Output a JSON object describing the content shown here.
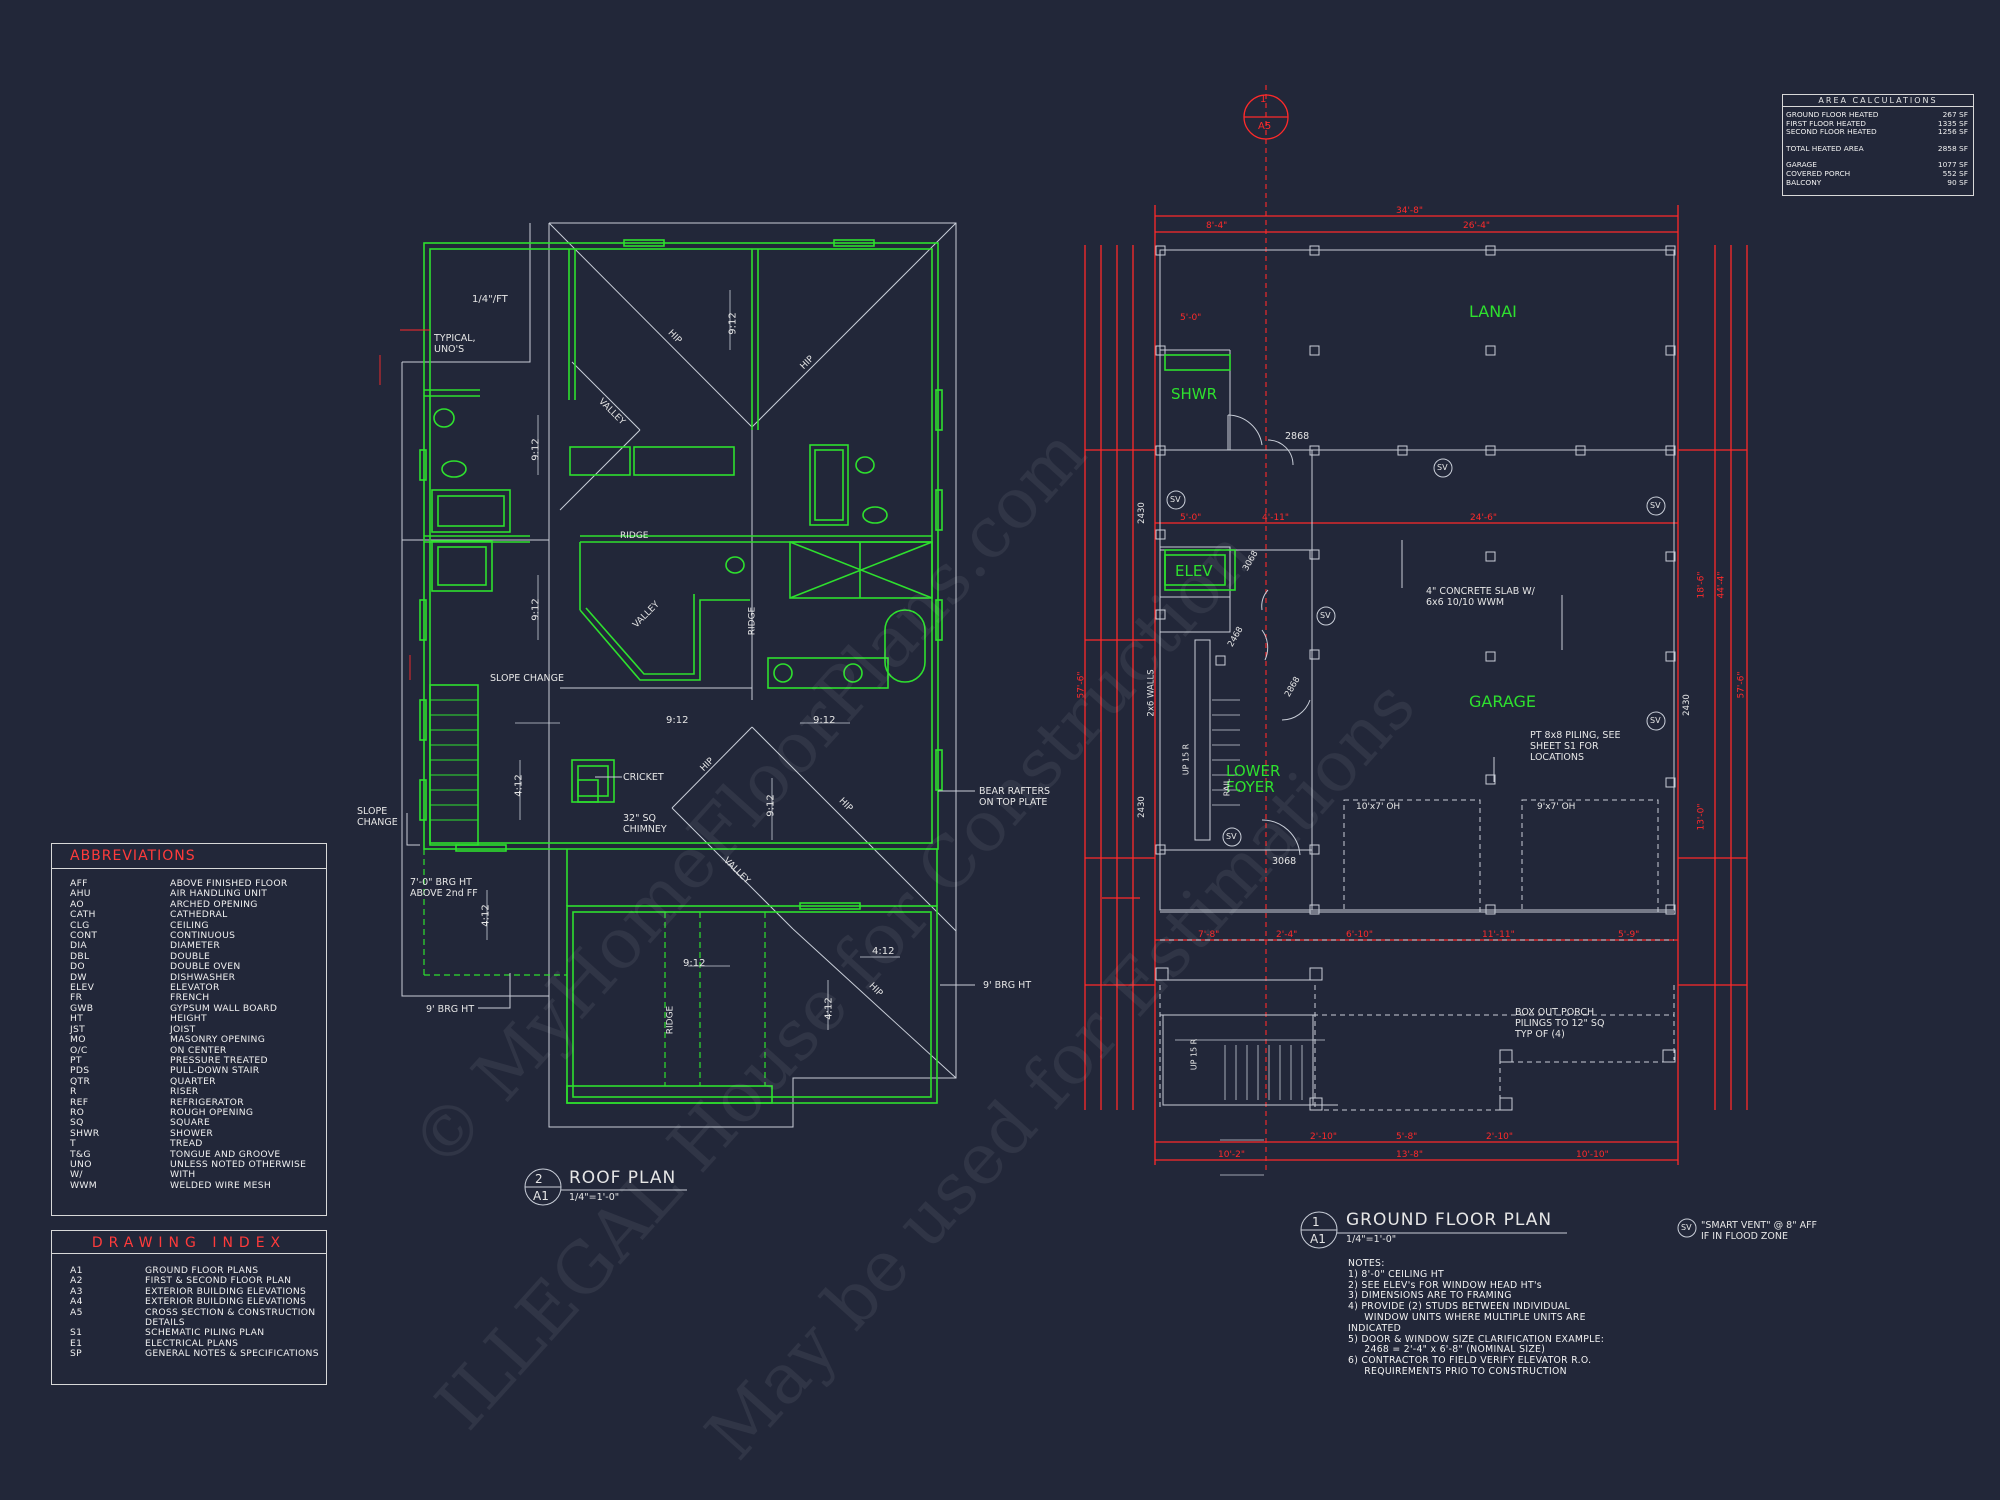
{
  "area_calculations": {
    "title": "AREA CALCULATIONS",
    "rows": [
      {
        "label": "GROUND FLOOR HEATED",
        "value": "267 SF"
      },
      {
        "label": "FIRST FLOOR HEATED",
        "value": "1335 SF"
      },
      {
        "label": "SECOND FLOOR HEATED",
        "value": "1256 SF"
      },
      {
        "label": "TOTAL HEATED AREA",
        "value": "2858 SF"
      },
      {
        "label": "GARAGE",
        "value": "1077 SF"
      },
      {
        "label": "COVERED PORCH",
        "value": "552 SF"
      },
      {
        "label": "BALCONY",
        "value": "90 SF"
      }
    ]
  },
  "abbreviations": {
    "title": "ABBREVIATIONS",
    "items": [
      [
        "AFF",
        "ABOVE FINISHED FLOOR"
      ],
      [
        "AHU",
        "AIR HANDLING UNIT"
      ],
      [
        "AO",
        "ARCHED OPENING"
      ],
      [
        "CATH",
        "CATHEDRAL"
      ],
      [
        "CLG",
        "CEILING"
      ],
      [
        "CONT",
        "CONTINUOUS"
      ],
      [
        "DIA",
        "DIAMETER"
      ],
      [
        "DBL",
        "DOUBLE"
      ],
      [
        "DO",
        "DOUBLE OVEN"
      ],
      [
        "DW",
        "DISHWASHER"
      ],
      [
        "ELEV",
        "ELEVATOR"
      ],
      [
        "FR",
        "FRENCH"
      ],
      [
        "GWB",
        "GYPSUM WALL BOARD"
      ],
      [
        "HT",
        "HEIGHT"
      ],
      [
        "JST",
        "JOIST"
      ],
      [
        "MO",
        "MASONRY OPENING"
      ],
      [
        "O/C",
        "ON CENTER"
      ],
      [
        "PT",
        "PRESSURE TREATED"
      ],
      [
        "PDS",
        "PULL-DOWN STAIR"
      ],
      [
        "QTR",
        "QUARTER"
      ],
      [
        "R",
        "RISER"
      ],
      [
        "REF",
        "REFRIGERATOR"
      ],
      [
        "RO",
        "ROUGH OPENING"
      ],
      [
        "SQ",
        "SQUARE"
      ],
      [
        "SHWR",
        "SHOWER"
      ],
      [
        "T",
        "TREAD"
      ],
      [
        "T&G",
        "TONGUE AND GROOVE"
      ],
      [
        "UNO",
        "UNLESS NOTED OTHERWISE"
      ],
      [
        "W/",
        "WITH"
      ],
      [
        "WWM",
        "WELDED WIRE MESH"
      ]
    ]
  },
  "drawing_index": {
    "title": "DRAWING INDEX",
    "items": [
      [
        "A1",
        "GROUND FLOOR PLANS"
      ],
      [
        "A2",
        "FIRST & SECOND FLOOR PLAN"
      ],
      [
        "A3",
        "EXTERIOR BUILDING ELEVATIONS"
      ],
      [
        "A4",
        "EXTERIOR BUILDING ELEVATIONS"
      ],
      [
        "A5",
        "CROSS SECTION & CONSTRUCTION"
      ],
      [
        "",
        "DETAILS"
      ],
      [
        "S1",
        "SCHEMATIC PILING PLAN"
      ],
      [
        "E1",
        "ELECTRICAL PLANS"
      ],
      [
        "SP",
        "GENERAL NOTES & SPECIFICATIONS"
      ]
    ]
  },
  "roof_plan": {
    "number": "2",
    "sheet": "A1",
    "title": "ROOF PLAN",
    "scale": "1/4\"=1'-0\"",
    "labels": {
      "pitch_1_4": "1/4\"/FT",
      "typical": "TYPICAL,",
      "unos": "UNO'S",
      "hip": "HIP",
      "valley": "VALLEY",
      "ridge": "RIDGE",
      "p912": "9:12",
      "p412": "4:12",
      "slope_change": "SLOPE CHANGE",
      "slope": "SLOPE",
      "change": "CHANGE",
      "cricket": "CRICKET",
      "chimney_1": "32\" SQ",
      "chimney_2": "CHIMNEY",
      "bear_1": "BEAR RAFTERS",
      "bear_2": "ON TOP PLATE",
      "brg_1": "7'-0\" BRG HT",
      "brg_2": "ABOVE 2nd FF",
      "brg9": "9' BRG HT"
    }
  },
  "ground_plan": {
    "number": "1",
    "sheet": "A1",
    "title": "GROUND FLOOR PLAN",
    "scale": "1/4\"=1'-0\"",
    "section_marker": {
      "num": "1",
      "sheet": "A5"
    },
    "rooms": {
      "lanai": "LANAI",
      "shwr": "SHWR",
      "elev": "ELEV",
      "garage": "GARAGE",
      "lower_foyer_1": "LOWER",
      "lower_foyer_2": "FOYER"
    },
    "labels": {
      "slab_1": "4\" CONCRETE SLAB W/",
      "slab_2": "6x6 10/10 WWM",
      "piling_1": "PT 8x8 PILING, SEE",
      "piling_2": "SHEET S1 FOR",
      "piling_3": "LOCATIONS",
      "door_2868": "2868",
      "door_3068": "3068",
      "door_2468": "2468",
      "win_2430": "2430",
      "walls": "2x6 WALLS",
      "oh1": "10'x7' OH",
      "oh2": "9'x7' OH",
      "sv": "SV",
      "porch_1": "BOX OUT PORCH",
      "porch_2": "PILINGS TO 12\" SQ",
      "porch_3": "TYP OF (4)",
      "stair_up": "UP 15 R",
      "rail": "RAIL",
      "d_34_8": "34'-8\"",
      "d_8_4": "8'-4\"",
      "d_26_4": "26'-4\"",
      "d_5_0": "5'-0\"",
      "d_24_6": "24'-6\"",
      "d_4_11": "4'-11\"",
      "d_7_8": "7'-8\"",
      "d_2_4": "2'-4\"",
      "d_6_10": "6'-10\"",
      "d_11_11": "11'-11\"",
      "d_5_9": "5'-9\"",
      "d_10_2": "10'-2\"",
      "d_2_10": "2'-10\"",
      "d_5_8": "5'-8\"",
      "d_13_8": "13'-8\"",
      "d_10_10": "10'-10\"",
      "d_44_4": "44'-4\"",
      "d_57_6": "57'-6\"",
      "d_18_6": "18'-6\"",
      "d_13_0": "13'-0\""
    },
    "sv_note_1": "\"SMART VENT\" @ 8\" AFF",
    "sv_note_2": "IF IN FLOOD ZONE"
  },
  "notes": {
    "title": "NOTES:",
    "lines": [
      "1) 8'-0\" CEILING HT",
      "2) SEE ELEV's FOR WINDOW HEAD HT's",
      "3) DIMENSIONS ARE TO FRAMING",
      "4) PROVIDE (2) STUDS BETWEEN INDIVIDUAL",
      "     WINDOW UNITS WHERE MULTIPLE UNITS ARE",
      "INDICATED",
      "5) DOOR & WINDOW SIZE CLARIFICATION EXAMPLE:",
      "     2468 = 2'-4\" x 6'-8\" (NOMINAL SIZE)",
      "6) CONTRACTOR TO FIELD VERIFY ELEVATOR R.O.",
      "     REQUIREMENTS PRIO TO CONSTRUCTION"
    ]
  },
  "watermark": {
    "line1": "© MyHomeFloorPlans.com",
    "line2": "ILLEGAL House for Construction",
    "line3": "May be used for Estimations"
  },
  "colors": {
    "background": "#222739",
    "green": "#2ee02e",
    "red": "#ff2a2a",
    "white_line": "#cfd3dc",
    "text": "#f0f0f0"
  }
}
